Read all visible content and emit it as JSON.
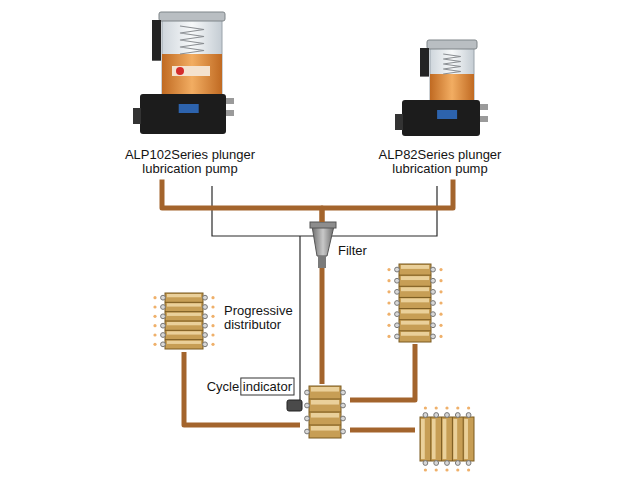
{
  "diagram": {
    "nodes": [
      {
        "text": [
          "ALP102Series plunger lubrication pump"
        ]
      },
      {
        "text": [
          "ALP82Series plunger lubrication pump"
        ]
      },
      {
        "text": [
          "Filter"
        ]
      },
      {
        "text": [
          "Progressive distributor"
        ]
      },
      {
        "text": []
      },
      {
        "text": [
          "Cycle indicator"
        ]
      },
      {
        "text": []
      }
    ],
    "edges": [
      {
        "from": 0,
        "to": 2,
        "arrow": "none"
      },
      {
        "from": 1,
        "to": 2,
        "arrow": "none"
      },
      {
        "from": 2,
        "to": 5,
        "arrow": "none"
      },
      {
        "from": 5,
        "to": 3,
        "arrow": "none"
      },
      {
        "from": 5,
        "to": 4,
        "arrow": "none"
      },
      {
        "from": 5,
        "to": 6,
        "arrow": "none"
      }
    ]
  }
}
